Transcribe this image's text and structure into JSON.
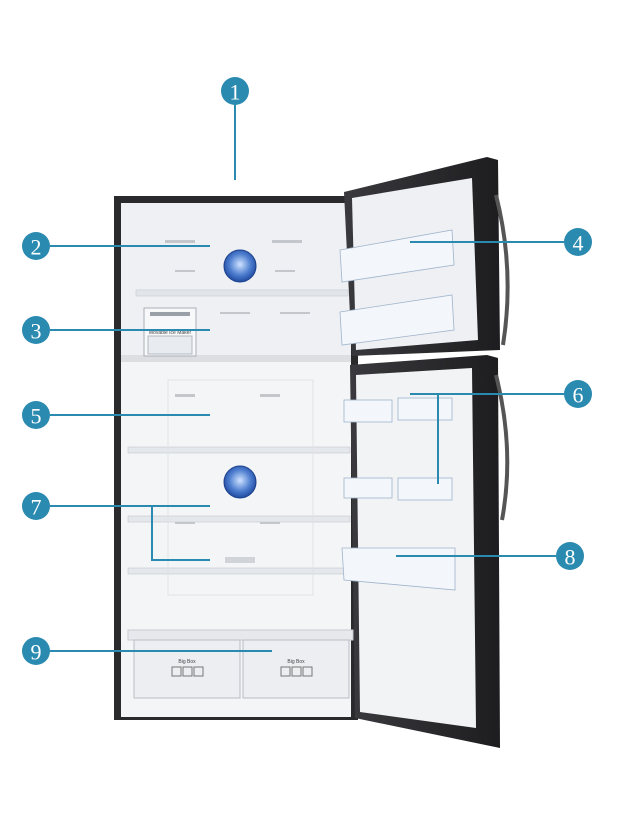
{
  "colors": {
    "callout": "#2a8ab0",
    "door": "#2b2b2e",
    "interior": "#f3f4f6"
  },
  "callouts": [
    "1",
    "2",
    "3",
    "4",
    "5",
    "6",
    "7",
    "8",
    "9"
  ],
  "labels": {
    "ice_maker": "Movable Ice Maker",
    "crisper_left": "Big Box",
    "crisper_right": "Big Box"
  }
}
